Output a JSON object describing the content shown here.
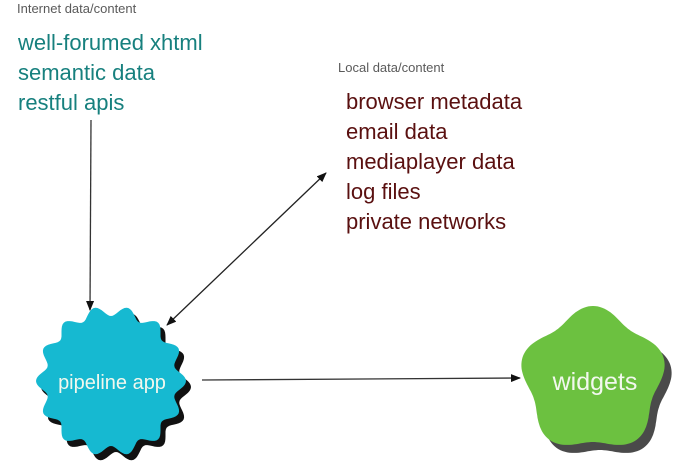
{
  "internet": {
    "heading": "Internet data/content",
    "items": [
      "well-forumed xhtml",
      "semantic data",
      "restful apis"
    ],
    "color": "#17807e"
  },
  "local": {
    "heading": "Local data/content",
    "items": [
      "browser metadata",
      "email data",
      "mediaplayer data",
      "log files",
      "private networks"
    ],
    "color": "#5a1010"
  },
  "nodes": {
    "pipeline": {
      "label": "pipeline app",
      "color": "#16b9d1"
    },
    "widgets": {
      "label": "widgets",
      "color": "#6cc140"
    }
  },
  "edges": [
    {
      "from": "internet",
      "to": "pipeline",
      "direction": "forward"
    },
    {
      "from": "local",
      "to": "pipeline",
      "direction": "both"
    },
    {
      "from": "pipeline",
      "to": "widgets",
      "direction": "forward"
    }
  ]
}
